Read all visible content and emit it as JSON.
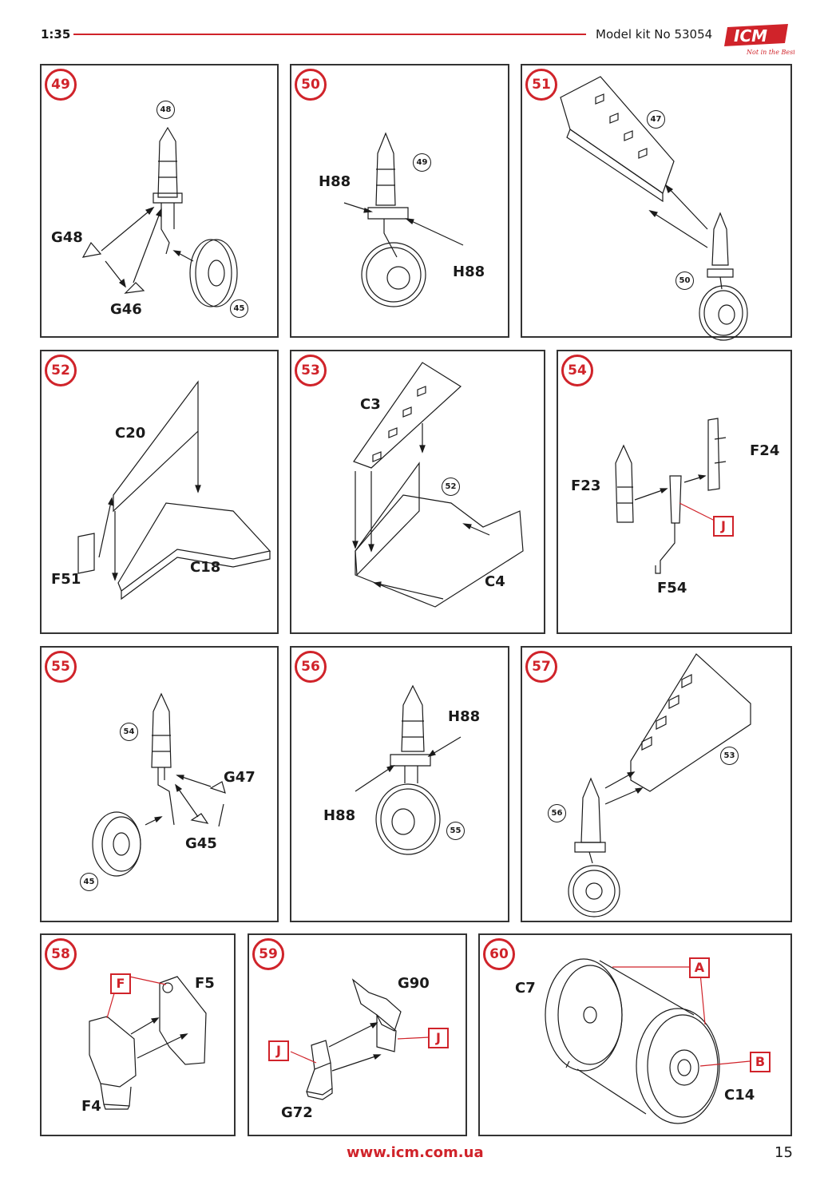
{
  "header": {
    "scale": "1:35",
    "kit": "Model kit No 53054",
    "logo_text": "ICM",
    "logo_slogan": "Not in the Best"
  },
  "footer": {
    "url": "www.icm.com.ua",
    "page": "15"
  },
  "steps": [
    {
      "number": "49",
      "parts": [
        "G48",
        "G46"
      ],
      "subassemblies": [
        "48",
        "45"
      ]
    },
    {
      "number": "50",
      "parts": [
        "H88",
        "H88"
      ],
      "subassemblies": [
        "49"
      ]
    },
    {
      "number": "51",
      "parts": [],
      "subassemblies": [
        "47",
        "50"
      ]
    },
    {
      "number": "52",
      "parts": [
        "C20",
        "F51",
        "C18"
      ],
      "subassemblies": []
    },
    {
      "number": "53",
      "parts": [
        "C3",
        "C4"
      ],
      "subassemblies": [
        "52"
      ]
    },
    {
      "number": "54",
      "parts": [
        "F24",
        "F23",
        "F54"
      ],
      "subassemblies": [],
      "tags": [
        "J"
      ]
    },
    {
      "number": "55",
      "parts": [
        "G47",
        "G45"
      ],
      "subassemblies": [
        "54",
        "45"
      ]
    },
    {
      "number": "56",
      "parts": [
        "H88",
        "H88"
      ],
      "subassemblies": [
        "55"
      ]
    },
    {
      "number": "57",
      "parts": [],
      "subassemblies": [
        "53",
        "56"
      ]
    },
    {
      "number": "58",
      "parts": [
        "F5",
        "F4"
      ],
      "subassemblies": [],
      "tags": [
        "F"
      ]
    },
    {
      "number": "59",
      "parts": [
        "G90",
        "G72"
      ],
      "subassemblies": [],
      "tags": [
        "J",
        "J"
      ]
    },
    {
      "number": "60",
      "parts": [
        "C7",
        "C14"
      ],
      "subassemblies": [],
      "tags": [
        "A",
        "B"
      ]
    }
  ],
  "colors": {
    "accent": "#d0232a",
    "line": "#1a1a1a"
  },
  "icons": [
    "wheel-icon",
    "strut-icon",
    "fairing-icon",
    "bracket-icon",
    "arrow-icon"
  ]
}
